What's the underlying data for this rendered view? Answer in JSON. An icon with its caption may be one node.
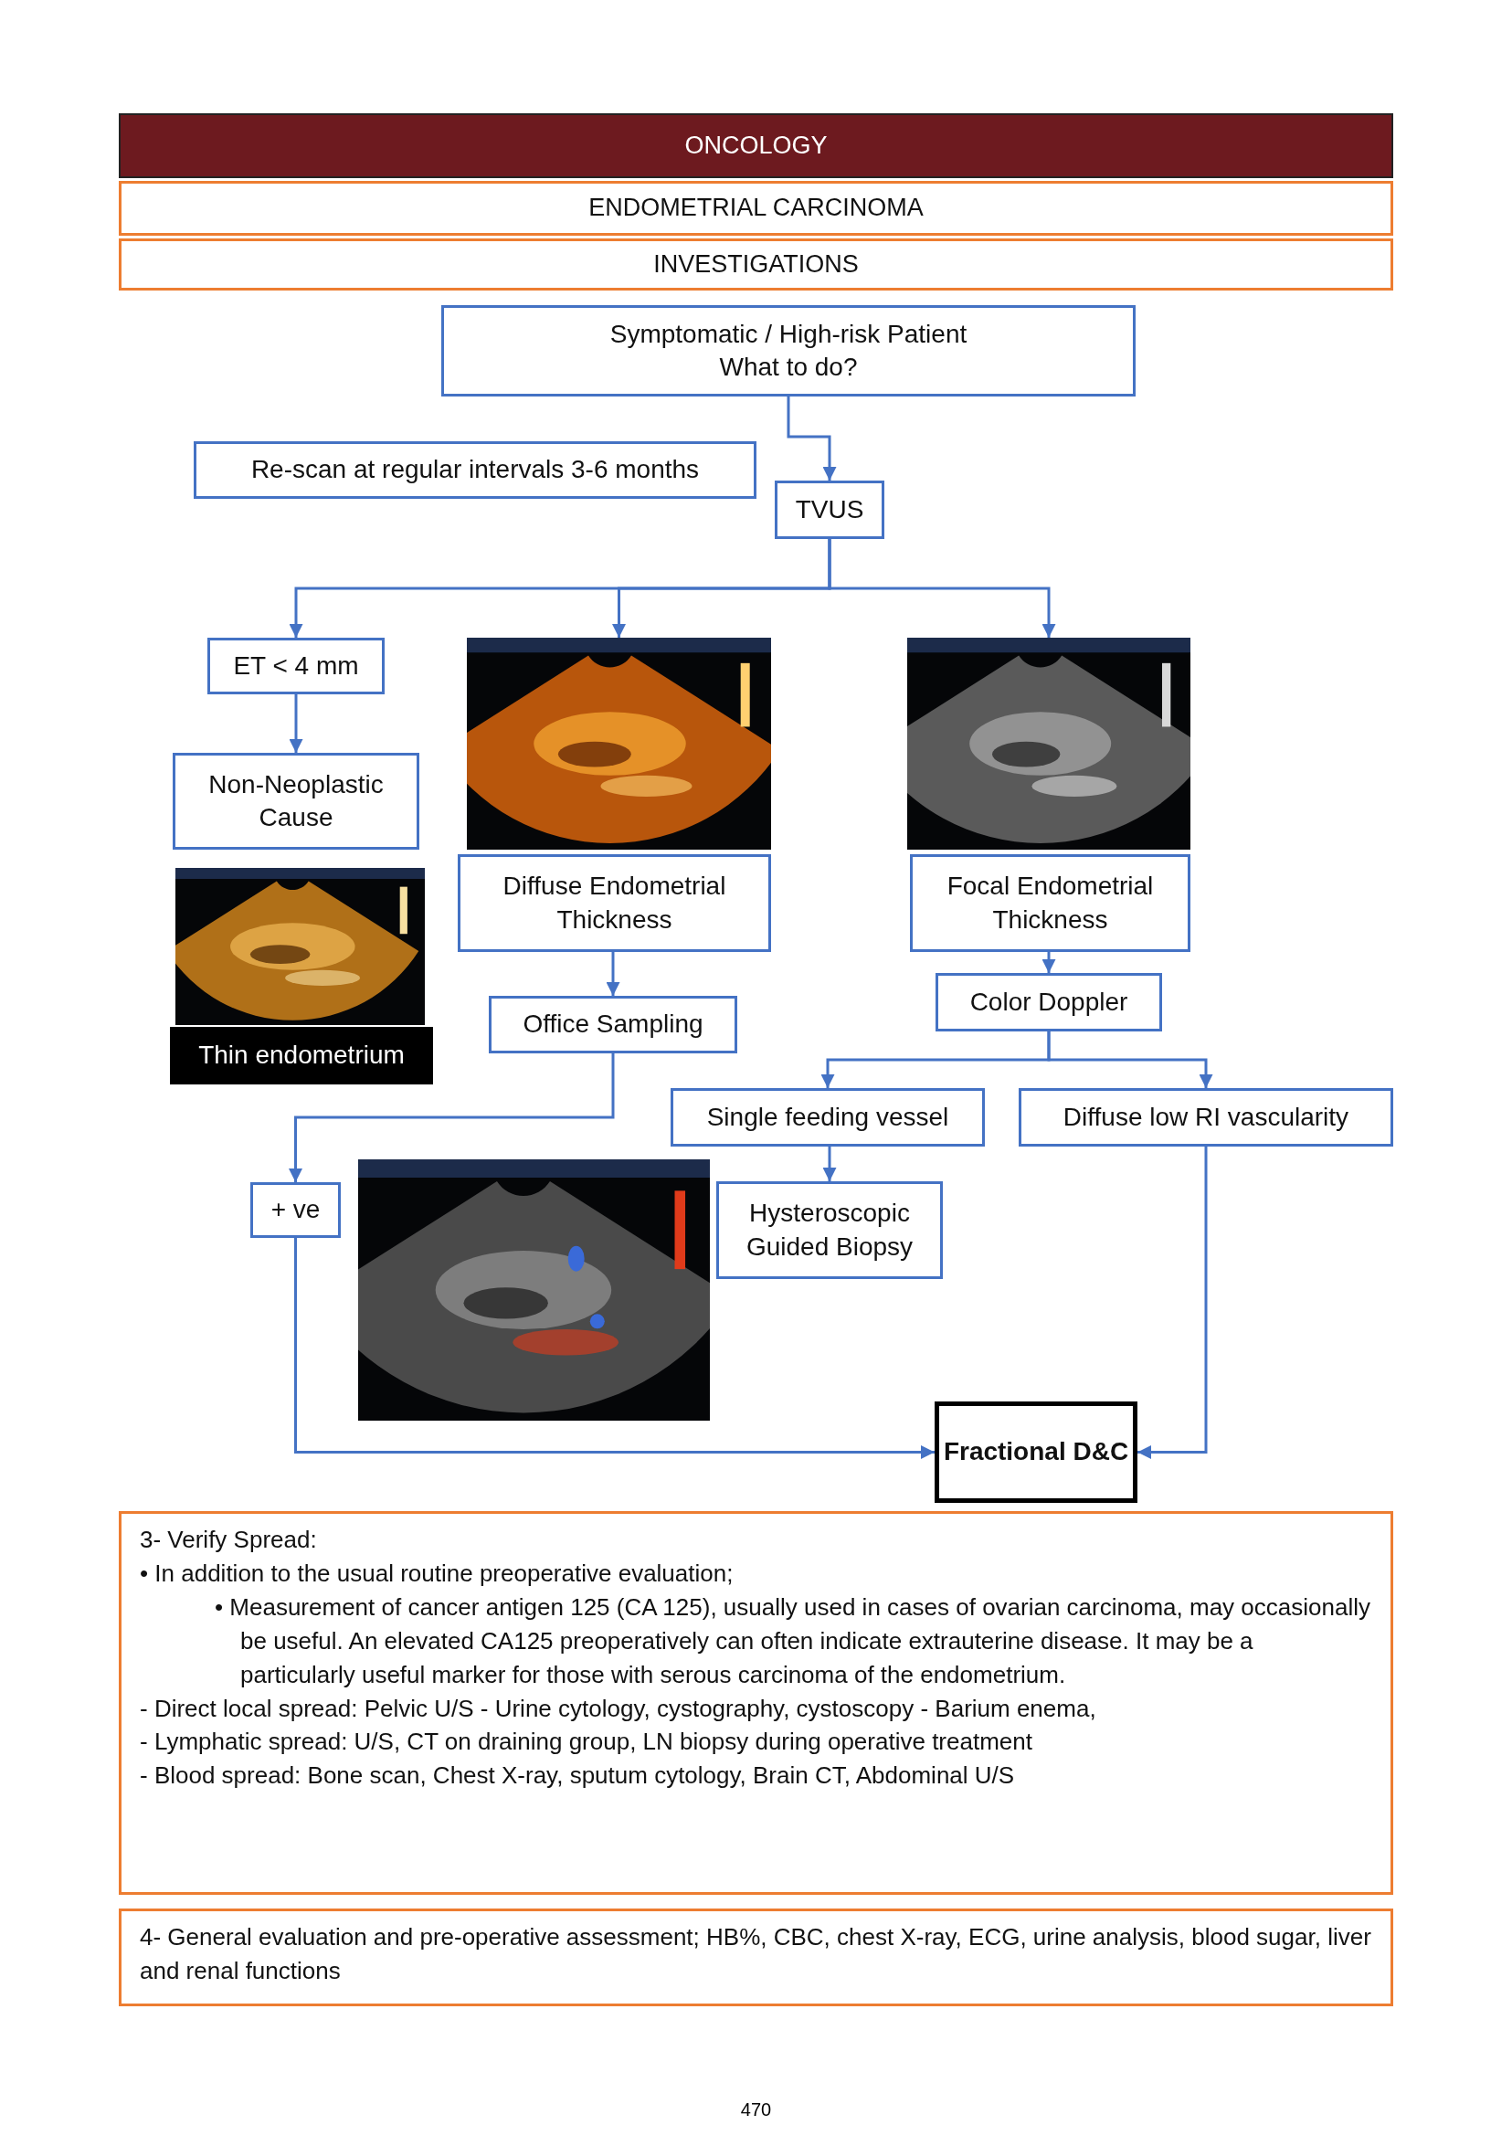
{
  "diagram": {
    "nodes": [
      {
        "text": [
          "ONCOLOGY"
        ]
      },
      {
        "text": [
          "ENDOMETRIAL CARCINOMA"
        ]
      },
      {
        "text": [
          "INVESTIGATIONS"
        ]
      },
      {
        "text": [
          "Symptomatic / High-risk Patient",
          "What to do?"
        ]
      },
      {
        "text": [
          "Re-scan at regular intervals 3-6 months"
        ]
      },
      {
        "text": [
          "TVUS"
        ]
      },
      {
        "text": [
          "ET < 4 mm"
        ]
      },
      {
        "text": [],
        "shape": "picture"
      },
      {
        "text": [],
        "shape": "picture"
      },
      {
        "text": [
          "Non-Neoplastic Cause"
        ]
      },
      {
        "text": [
          "Thin endometrium"
        ]
      },
      {
        "text": [
          "Diffuse Endometrial Thickness"
        ]
      },
      {
        "text": [
          "Focal Endometrial Thickness"
        ]
      },
      {
        "text": [
          "Office Sampling"
        ]
      },
      {
        "text": [
          "Color Doppler"
        ]
      },
      {
        "text": [
          "Single feeding vessel"
        ]
      },
      {
        "text": [
          "Diffuse low RI vascularity"
        ]
      },
      {
        "text": [
          "+ ve"
        ]
      },
      {
        "text": [
          "Hysteroscopic Guided Biopsy"
        ]
      },
      {
        "text": [
          "Fractional D&C"
        ]
      },
      {
        "text": [
          "3- Verify Spread:",
          "• In addition to the usual routine preoperative evaluation;",
          "• Measurement of cancer antigen 125 (CA 125), usually used in cases of ovarian carcinoma, may occasionally be useful. An elevated CA125 preoperatively can often indicate extrauterine disease. It may be a particularly useful marker for those with serous carcinoma of the endometrium.",
          "- Direct local spread: Pelvic U/S - Urine cytology, cystography, cystoscopy - Barium enema,",
          "- Lymphatic spread: U/S, CT on draining group, LN biopsy during operative treatment",
          "- Blood spread: Bone scan, Chest X-ray, sputum cytology, Brain CT, Abdominal U/S"
        ]
      },
      {
        "text": [
          "4- General evaluation and pre-operative assessment; HB%, CBC, chest X-ray, ECG, urine analysis, blood sugar, liver and renal functions"
        ]
      }
    ],
    "edges": [
      {
        "from": 3,
        "to": 5,
        "arrow": "to"
      },
      {
        "from": 5,
        "to": 6,
        "arrow": "to"
      },
      {
        "from": 5,
        "to": 7,
        "arrow": "to"
      },
      {
        "from": 5,
        "to": 8,
        "arrow": "to"
      },
      {
        "from": 6,
        "to": 9,
        "arrow": "to"
      },
      {
        "from": 11,
        "to": 13,
        "arrow": "to"
      },
      {
        "from": 12,
        "to": 14,
        "arrow": "to"
      },
      {
        "from": 14,
        "to": 15,
        "arrow": "to"
      },
      {
        "from": 14,
        "to": 16,
        "arrow": "to"
      },
      {
        "from": 13,
        "to": 17,
        "arrow": "to"
      },
      {
        "from": 15,
        "to": 18,
        "arrow": "to"
      },
      {
        "from": 17,
        "to": 19,
        "arrow": "to"
      },
      {
        "from": 16,
        "to": 19,
        "arrow": "to"
      }
    ],
    "labels": [
      "470"
    ]
  }
}
